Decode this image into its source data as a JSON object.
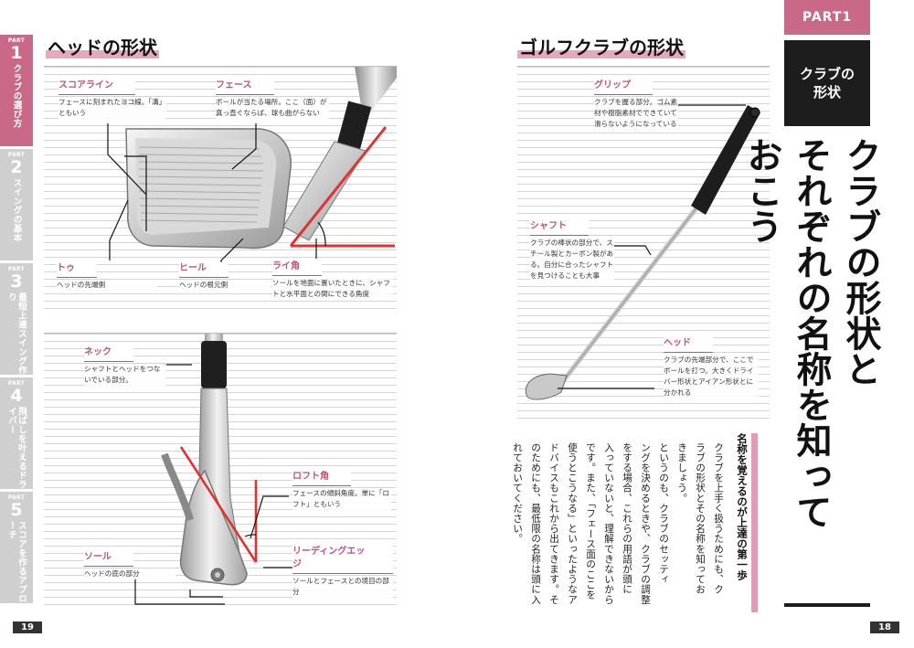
{
  "left_page": {
    "page_number": "19",
    "side_tabs": [
      {
        "part": "PART",
        "num": "1",
        "title": "クラブの選び方",
        "active": true
      },
      {
        "part": "PART",
        "num": "2",
        "title": "スイングの基本",
        "active": false
      },
      {
        "part": "PART",
        "num": "3",
        "title": "最短上達スイング作り",
        "active": false
      },
      {
        "part": "PART",
        "num": "4",
        "title": "飛ばしを叶えるドライバー",
        "active": false
      },
      {
        "part": "PART",
        "num": "5",
        "title": "スコアを作るアプローチ",
        "active": false
      }
    ],
    "section_title": "ヘッドの形状",
    "head_labels": {
      "score_line": {
        "title": "スコアライン",
        "text": "フェースに刻まれたヨコ線。「溝」ともいう"
      },
      "face": {
        "title": "フェース",
        "text": "ボールが当たる場所。ここ（面）が真っ直ぐならば、球も曲がらない"
      },
      "toe": {
        "title": "トゥ",
        "text": "ヘッドの先端側"
      },
      "heel": {
        "title": "ヒール",
        "text": "ヘッドの根元側"
      },
      "lie": {
        "title": "ライ角",
        "text": "ソールを地面に置いたときに、シャフトと水平面との間にできる角度"
      }
    },
    "side_labels": {
      "neck": {
        "title": "ネック",
        "text": "シャフトとヘッドをつないでいる部分。"
      },
      "loft": {
        "title": "ロフト角",
        "text": "フェースの傾斜角度。単に「ロフト」ともいう"
      },
      "sole": {
        "title": "ソール",
        "text": "ヘッドの底の部分"
      },
      "leading_edge": {
        "title": "リーディングエッジ",
        "text": "ソールとフェースとの境目の部分"
      }
    }
  },
  "right_page": {
    "page_number": "18",
    "section_title": "ゴルフクラブの形状",
    "part_tag": "PART1",
    "part_box_line1": "クラブの",
    "part_box_line2": "形状",
    "headline_col1": "クラブの形状と",
    "headline_col2": "それぞれの名称を知っておこう",
    "club_labels": {
      "grip": {
        "title": "グリップ",
        "text": "クラブを握る部分。ゴム素材や樹脂素材でできていて滑らないようになっている"
      },
      "shaft": {
        "title": "シャフト",
        "text": "クラブの棒状の部分で、スチール製とカーボン製がある。自分に合ったシャフトを見つけることも大事"
      },
      "head": {
        "title": "ヘッド",
        "text": "クラブの先端部分で、ここでボールを打つ。大きくドライバー形状とアイアン形状とに分かれる"
      }
    },
    "subhead": "名称を覚えるのが上達の第一歩",
    "body_columns": [
      "クラブを上手く扱うためにも、ク",
      "ラブの形状とその名称を知ってお",
      "きましょう。",
      "というのも、クラブのセッティ",
      "ングを決めるときや、クラブの調整",
      "をする場合、これらの用語が頭に",
      "入っていないと、理解できないから",
      "です。また、「フェース面のここを",
      "使うとこうなる」といったようなア",
      "ドバイスもこれから出てきます。そ",
      "のためにも、最低限の名称は頭に入",
      "れておいてください。"
    ]
  },
  "colors": {
    "accent_pink": "#c25078",
    "tab_pink": "#c96887",
    "highlight": "#e8a7bd",
    "line_red": "#e0322f"
  }
}
